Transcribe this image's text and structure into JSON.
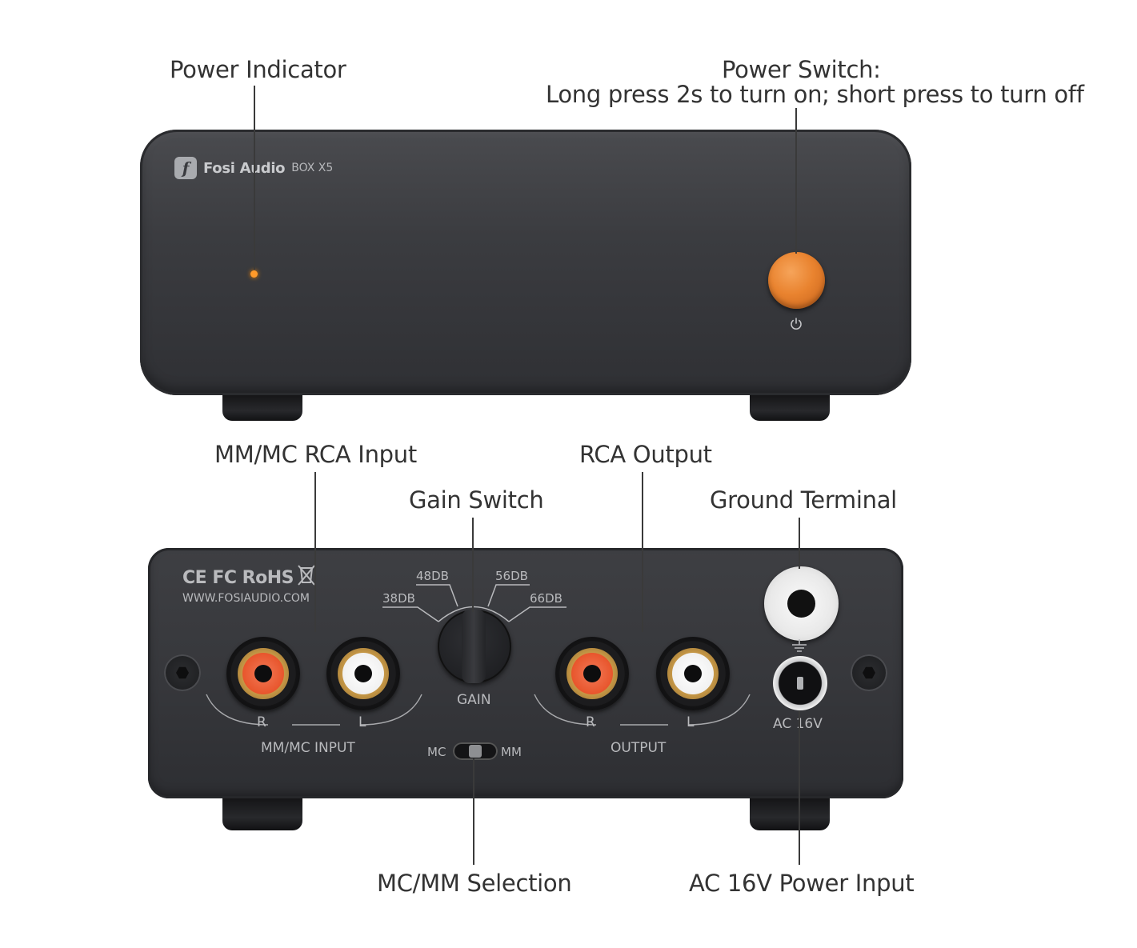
{
  "callouts": {
    "power_indicator": "Power Indicator",
    "power_switch_title": "Power Switch:",
    "power_switch_desc": "Long press 2s to turn on; short press to turn off",
    "rca_input": "MM/MC RCA Input",
    "gain_switch": "Gain Switch",
    "rca_output": "RCA Output",
    "ground_terminal": "Ground Terminal",
    "mc_mm_selection": "MC/MM Selection",
    "ac_power_input": "AC 16V Power Input"
  },
  "front_panel": {
    "brand": "Fosi Audio",
    "model": "BOX X5",
    "logo_glyph": "f",
    "led_color": "#ff9a2a",
    "button_color": "#e9832f"
  },
  "rear_panel": {
    "certifications": "CE FC RoHS",
    "website": "WWW.FOSIAUDIO.COM",
    "gain_options": [
      "38DB",
      "48DB",
      "56DB",
      "66DB"
    ],
    "gain_label": "GAIN",
    "input_label": "MM/MC INPUT",
    "output_label": "OUTPUT",
    "right": "R",
    "left": "L",
    "mc": "MC",
    "mm": "MM",
    "ac_label": "AC 16V"
  }
}
